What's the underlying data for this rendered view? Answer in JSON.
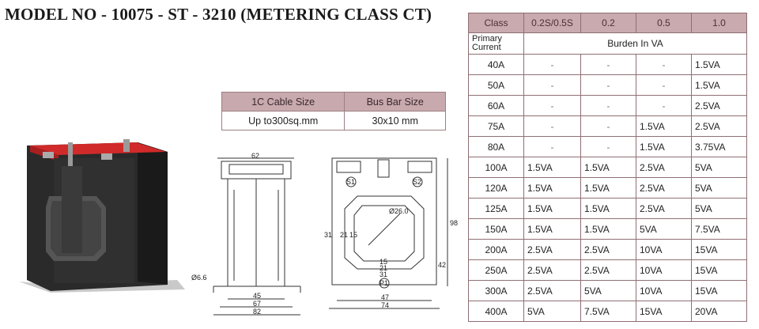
{
  "title": "MODEL NO - 10075 - ST - 3210 (METERING CLASS CT)",
  "cable_table": {
    "headers": [
      "1C Cable Size",
      "Bus Bar Size"
    ],
    "values": [
      "Up to300sq.mm",
      "30x10 mm"
    ]
  },
  "burden_table": {
    "header_class": "Class",
    "classes": [
      "0.2S/0.5S",
      "0.2",
      "0.5",
      "1.0"
    ],
    "primary_label": "Primary Current",
    "burden_label": "Burden In VA",
    "rows": [
      {
        "current": "40A",
        "values": [
          "-",
          "-",
          "-",
          "1.5VA"
        ]
      },
      {
        "current": "50A",
        "values": [
          "-",
          "-",
          "-",
          "1.5VA"
        ]
      },
      {
        "current": "60A",
        "values": [
          "-",
          "-",
          "-",
          "2.5VA"
        ]
      },
      {
        "current": "75A",
        "values": [
          "-",
          "-",
          "1.5VA",
          "2.5VA"
        ]
      },
      {
        "current": "80A",
        "values": [
          "-",
          "-",
          "1.5VA",
          "3.75VA"
        ]
      },
      {
        "current": "100A",
        "values": [
          "1.5VA",
          "1.5VA",
          "2.5VA",
          "5VA"
        ]
      },
      {
        "current": "120A",
        "values": [
          "1.5VA",
          "1.5VA",
          "2.5VA",
          "5VA"
        ]
      },
      {
        "current": "125A",
        "values": [
          "1.5VA",
          "1.5VA",
          "2.5VA",
          "5VA"
        ]
      },
      {
        "current": "150A",
        "values": [
          "1.5VA",
          "1.5VA",
          "5VA",
          "7.5VA"
        ]
      },
      {
        "current": "200A",
        "values": [
          "2.5VA",
          "2.5VA",
          "10VA",
          "15VA"
        ]
      },
      {
        "current": "250A",
        "values": [
          "2.5VA",
          "2.5VA",
          "10VA",
          "15VA"
        ]
      },
      {
        "current": "300A",
        "values": [
          "2.5VA",
          "5VA",
          "10VA",
          "15VA"
        ]
      },
      {
        "current": "400A",
        "values": [
          "5VA",
          "7.5VA",
          "15VA",
          "20VA"
        ]
      }
    ]
  },
  "drawing": {
    "side_view": {
      "top_width": "62",
      "hole": "Ø6.6",
      "inner": "45",
      "mid": "67",
      "outer": "82"
    },
    "front_view": {
      "terminal_s1": "S1",
      "terminal_s2": "S2",
      "terminal_p1": "P1",
      "diameter": "Ø26.0",
      "height": "98",
      "lower_height": "42",
      "left_height": "31",
      "inner_a": "21",
      "inner_b": "15",
      "bottom_a": "15",
      "bottom_b": "21",
      "bottom_c": "31",
      "base_inner": "47",
      "base_outer": "74"
    }
  }
}
